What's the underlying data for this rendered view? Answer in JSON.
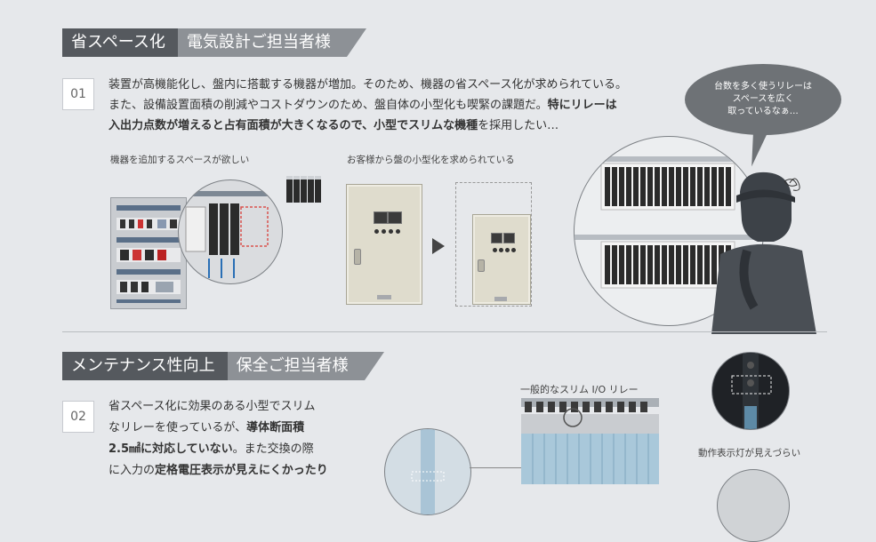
{
  "section1": {
    "title_dark": "省スペース化",
    "title_light": "電気設計ご担当者様",
    "number": "01",
    "para_line1": "装置が高機能化し、盤内に搭載する機器が増加。そのため、機器の省スペース化が求められている。",
    "para_line2_a": "また、設備設置面積の削減やコストダウンのため、盤自体の小型化も喫緊の課題だ。",
    "para_line2_b": "特にリレーは",
    "para_line3_a": "入出力点数が増えると占有面積が大きくなるので、小型でスリムな機種",
    "para_line3_b": "を採用したい…",
    "caption_left": "機器を追加するスペースが欲しい",
    "caption_mid": "お客様から盤の小型化を求められている",
    "bubble_line1": "台数を多く使うリレーは",
    "bubble_line2": "スペースを広く",
    "bubble_line3": "取っているなぁ…"
  },
  "section2": {
    "title_dark": "メンテナンス性向上",
    "title_light": "保全ご担当者様",
    "number": "02",
    "para_l1": "省スペース化に効果のある小型でスリム",
    "para_l2_a": "なリレーを使っているが、",
    "para_l2_b": "導体断面積",
    "para_l3_a": "2.5㎟に対応していない",
    "para_l3_b": "。また交換の際",
    "para_l4_a": "に入力の",
    "para_l4_b": "定格電圧表示が見えにくかったり",
    "caption_relay": "一般的なスリム I/O リレー",
    "caption_led": "動作表示灯が見えづらい"
  },
  "colors": {
    "background": "#e6e8eb",
    "header_dark": "#55595e",
    "header_light": "#8d9196",
    "bubble": "#6e7276",
    "highlight_dashed": "#d9534f"
  }
}
